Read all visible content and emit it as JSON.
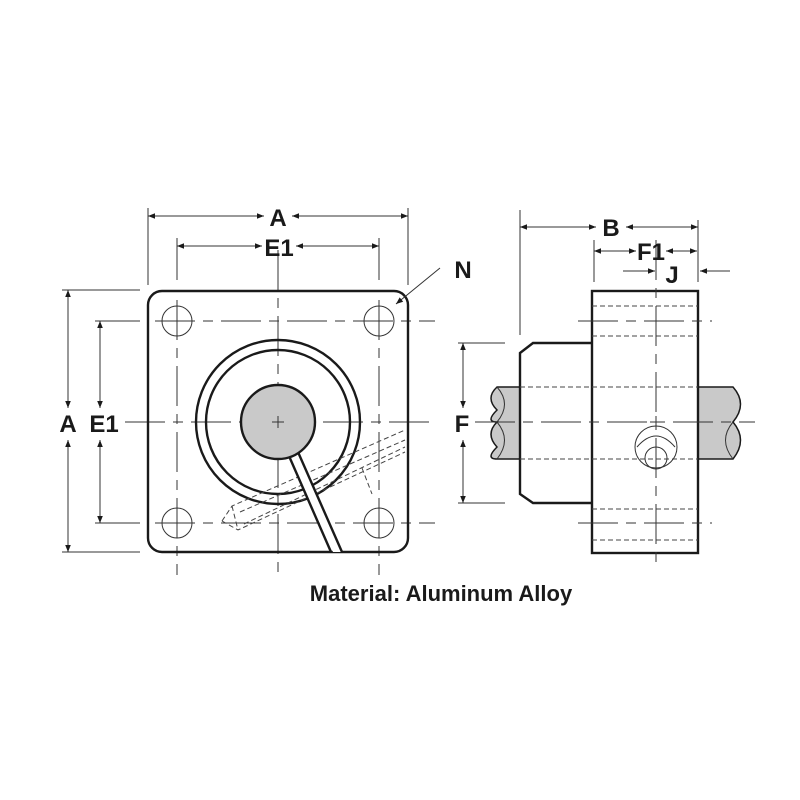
{
  "labels": {
    "front_width": "A",
    "front_bolt_spacing_h": "E1",
    "front_height": "A",
    "front_bolt_spacing_v": "E1",
    "mounting_hole": "N",
    "overall_length": "B",
    "flange_to_center": "F1",
    "fitting_offset": "J",
    "hub_diameter": "F"
  },
  "material_note": "Material: Aluminum Alloy",
  "colors": {
    "line": "#1a1a1a",
    "shaft_fill": "#c9c9c9"
  }
}
